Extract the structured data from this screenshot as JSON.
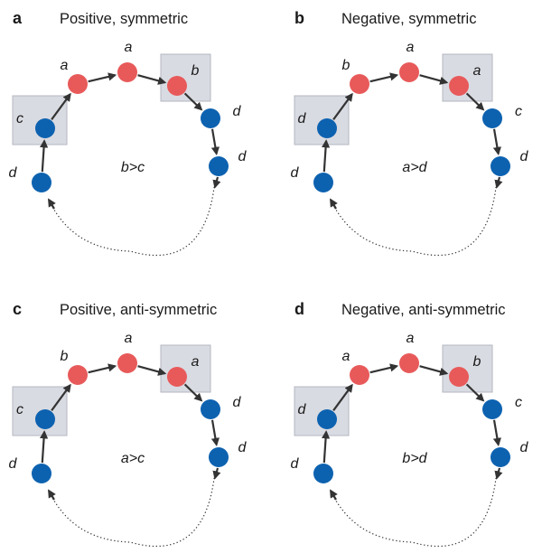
{
  "panels": [
    {
      "letter": "a",
      "title": "Positive, symmetric",
      "labels": [
        "d",
        "c",
        "a",
        "a",
        "b",
        "d",
        "d"
      ],
      "condition": "b>c"
    },
    {
      "letter": "b",
      "title": "Negative, symmetric",
      "labels": [
        "d",
        "d",
        "b",
        "a",
        "a",
        "c",
        "d"
      ],
      "condition": "a>d"
    },
    {
      "letter": "c",
      "title": "Positive, anti-symmetric",
      "labels": [
        "d",
        "c",
        "b",
        "a",
        "a",
        "d",
        "d"
      ],
      "condition": "a>c"
    },
    {
      "letter": "d",
      "title": "Negative, anti-symmetric",
      "labels": [
        "d",
        "d",
        "a",
        "a",
        "b",
        "c",
        "d"
      ],
      "condition": "b>d"
    }
  ],
  "colors": {
    "red_node": "#e85a5a",
    "blue_node": "#0d62b0",
    "highlight_box": "#d9dbe2",
    "arrow": "#333333"
  }
}
